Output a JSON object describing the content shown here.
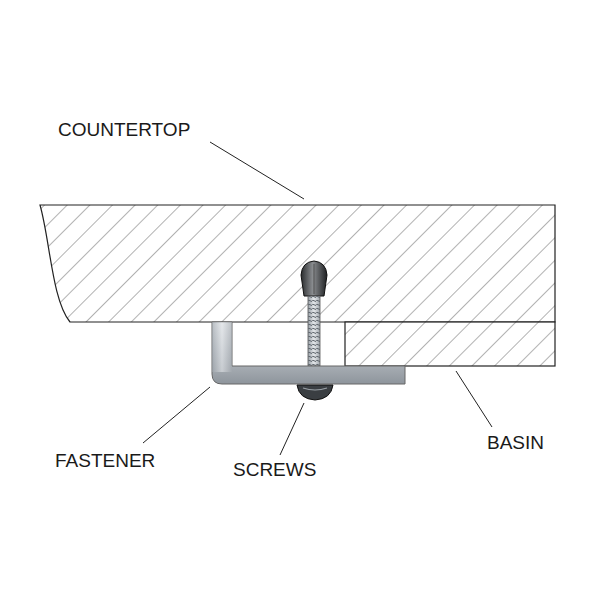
{
  "diagram": {
    "labels": [
      "COUNTERTOP",
      "FASTENER",
      "SCREWS",
      "BASIN"
    ]
  }
}
